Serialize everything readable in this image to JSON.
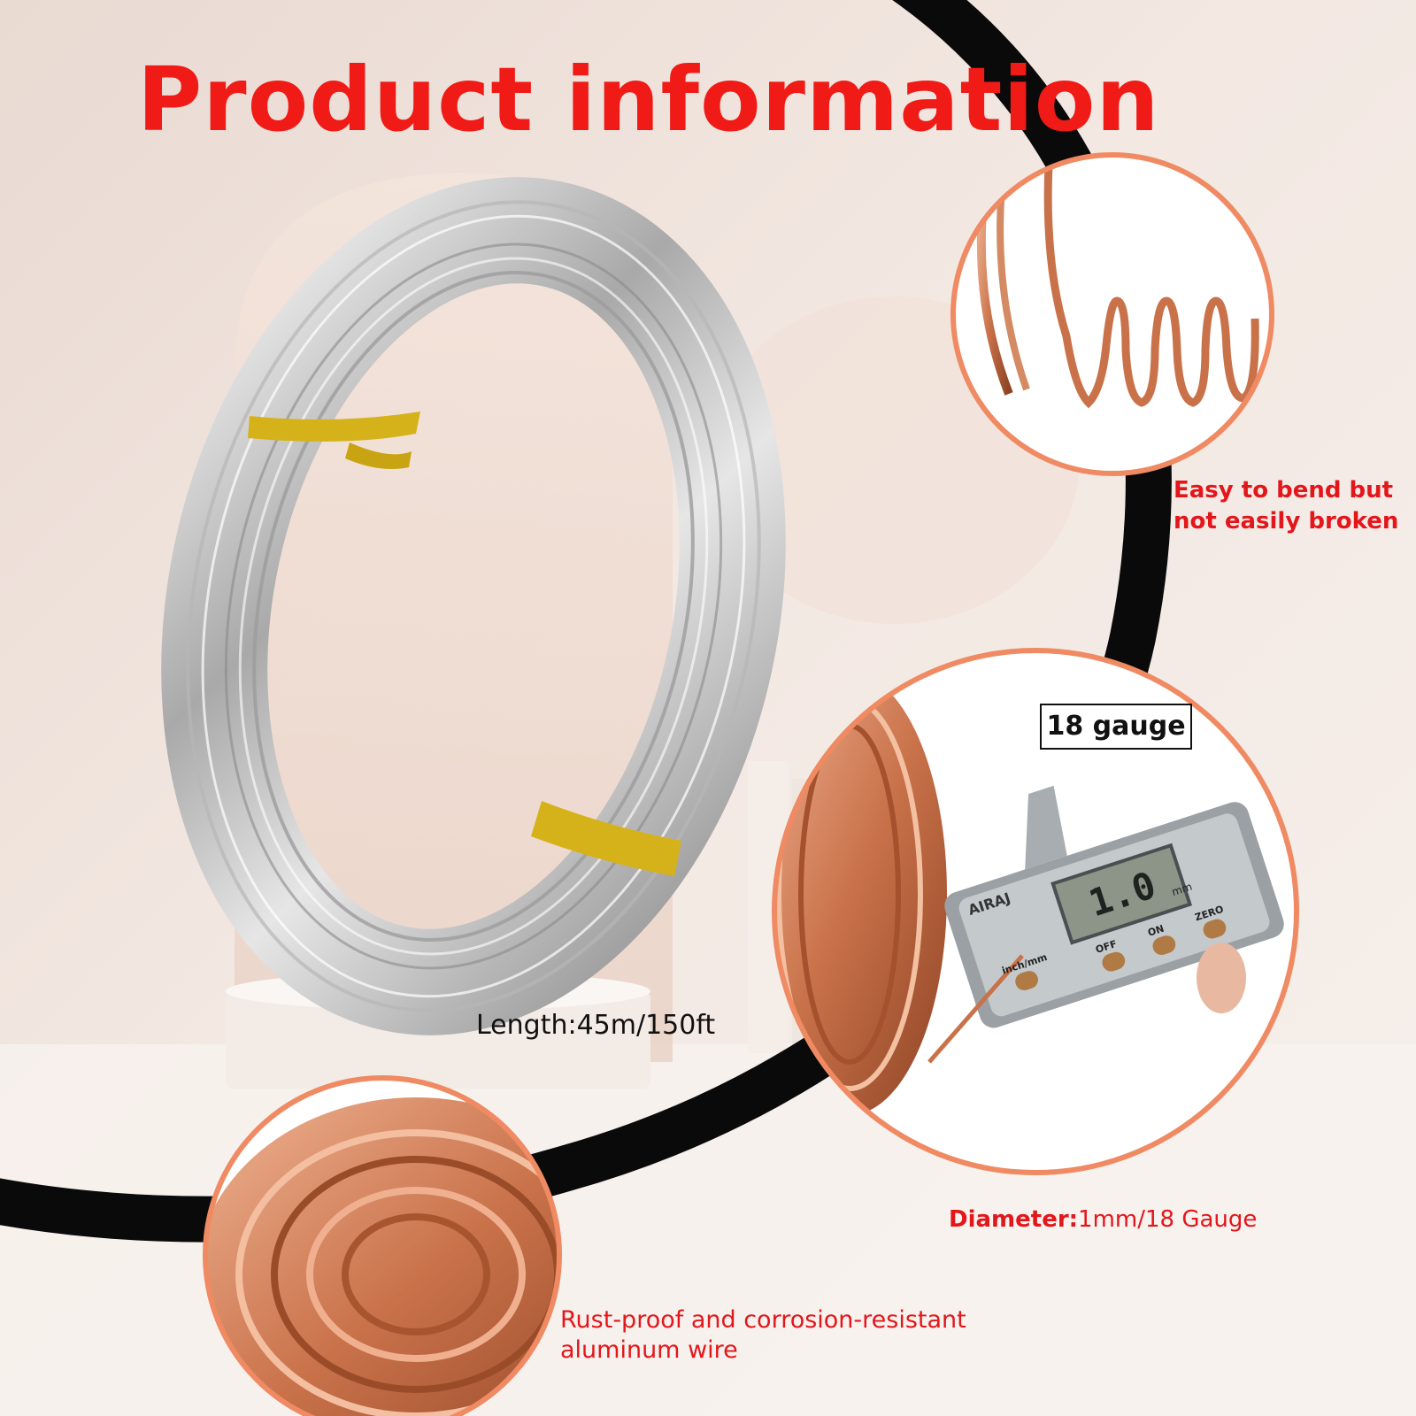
{
  "title": "Product information",
  "features": {
    "bend": "Easy to bend but not easily broken",
    "length": "Length:45m/150ft",
    "gauge_tag": "18 gauge",
    "diameter_label": "Diameter:",
    "diameter_value": "1mm/18 Gauge",
    "rust": "Rust-proof and corrosion-resistant aluminum wire"
  },
  "caliper": {
    "brand": "AIRAJ",
    "reading": "1.0",
    "unit": "mm",
    "buttons": [
      "inch/mm",
      "OFF",
      "ON",
      "ZERO"
    ]
  },
  "colors": {
    "title_red": "#f01a16",
    "caption_red": "#e3161b",
    "circle_border": "#ef8a63",
    "copper": "#c9724a",
    "silver": "#c8c8c8",
    "gold_tie": "#d6b21a",
    "black_band": "#0a0a0a"
  }
}
